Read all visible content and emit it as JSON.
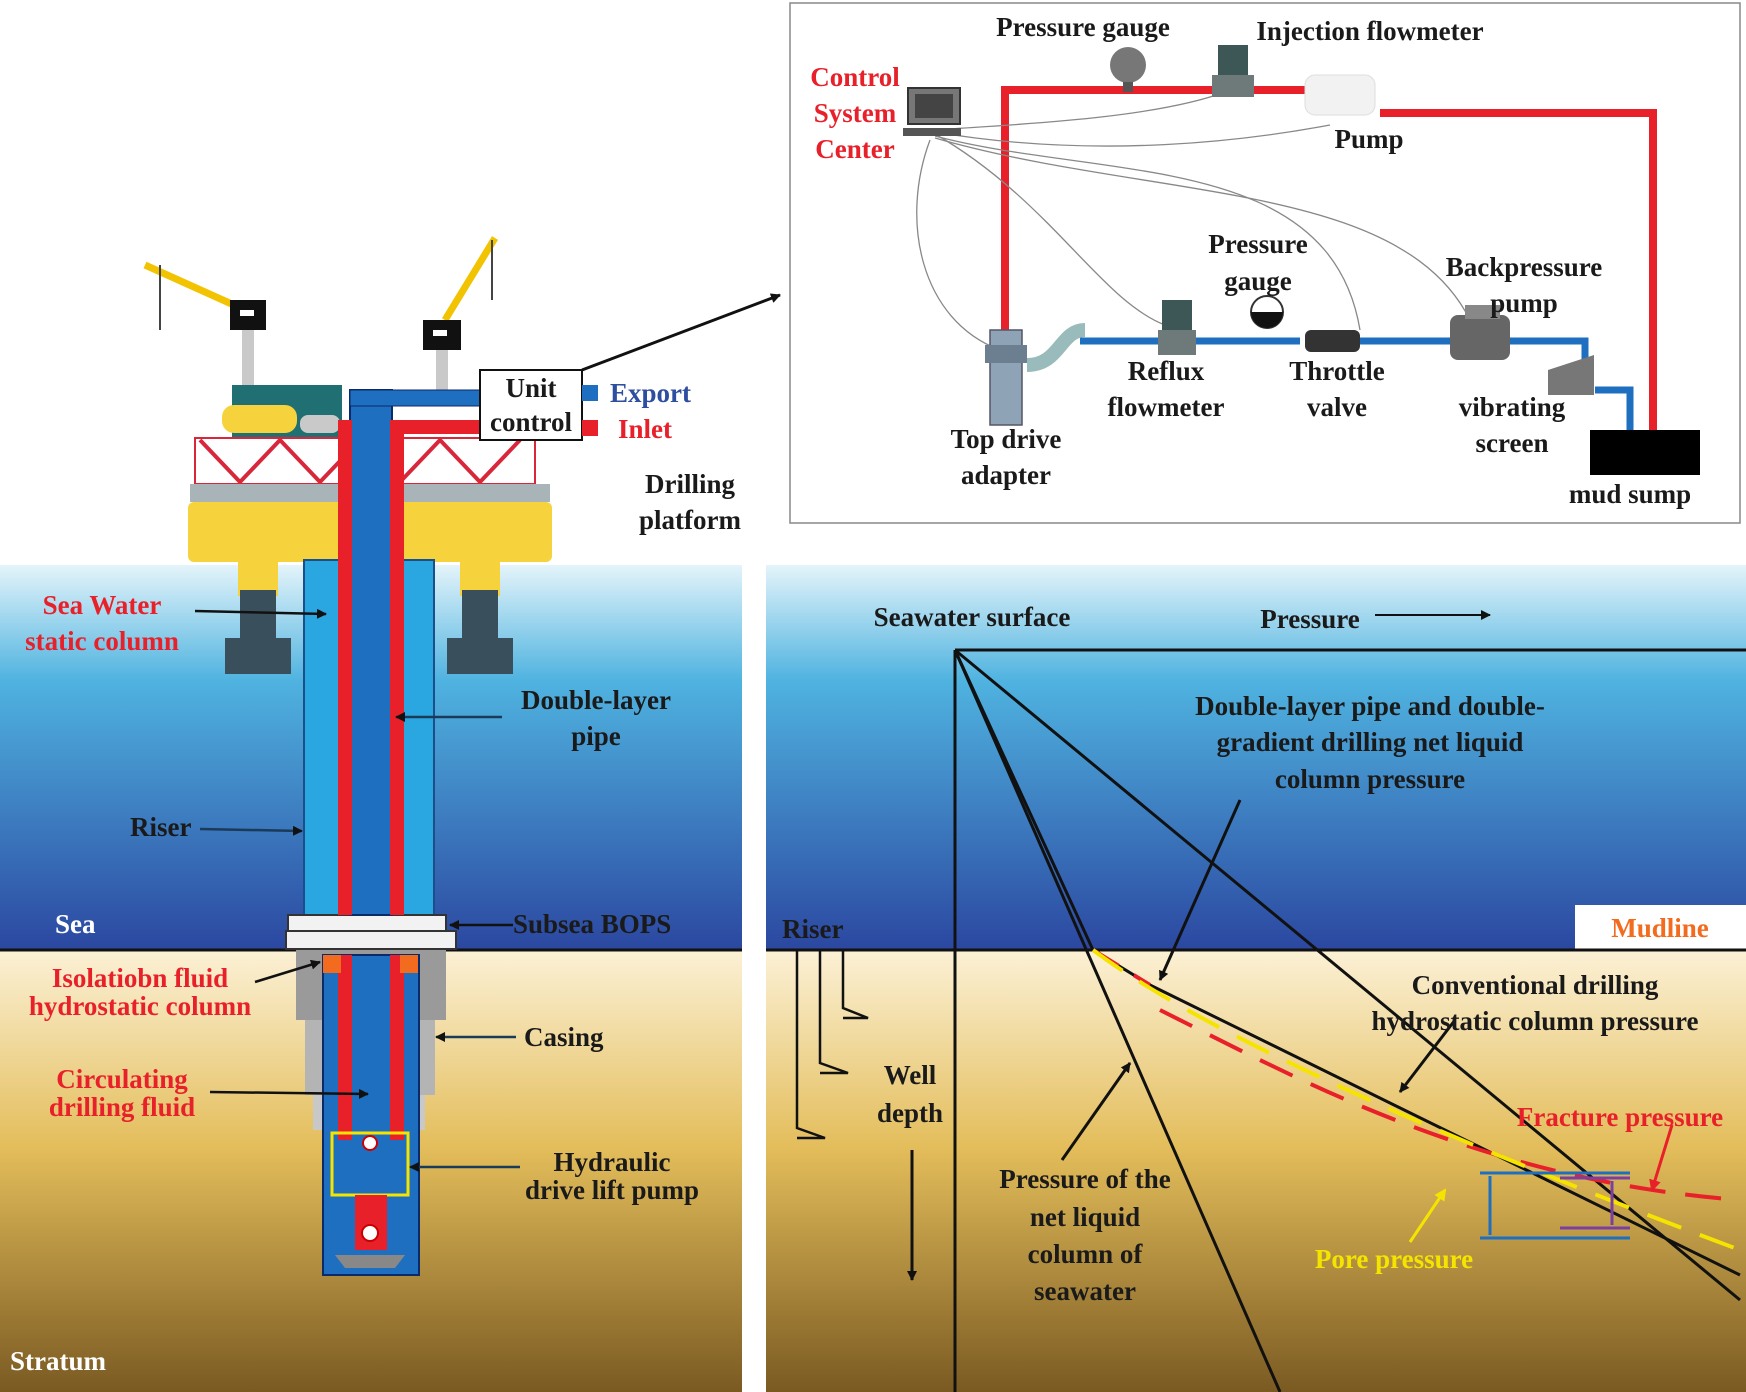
{
  "left_panel": {
    "sea_water_static_column": [
      "Sea Water",
      "static column"
    ],
    "double_layer_pipe": [
      "Double-layer",
      "pipe"
    ],
    "riser": "Riser",
    "sea": "Sea",
    "subsea_bops": "Subsea BOPS",
    "isolation_fluid": [
      "Isolatiobn fluid",
      "hydrostatic column"
    ],
    "casing": "Casing",
    "circulating_fluid": [
      "Circulating",
      "drilling fluid"
    ],
    "lift_pump": [
      "Hydraulic",
      "drive lift pump"
    ],
    "stratum": "Stratum",
    "drilling_platform": [
      "Drilling",
      "platform"
    ],
    "unit_control": [
      "Unit",
      "control"
    ],
    "export": "Export",
    "inlet": "Inlet"
  },
  "surface_system": {
    "pressure_gauge_top": "Pressure gauge",
    "injection_flowmeter": "Injection flowmeter",
    "control_center": [
      "Control",
      "System",
      "Center"
    ],
    "pump": "Pump",
    "pressure_gauge_mid": [
      "Pressure",
      "gauge"
    ],
    "backpressure_pump": [
      "Backpressure",
      "pump"
    ],
    "reflux_flowmeter": [
      "Reflux",
      "flowmeter"
    ],
    "throttle_valve": [
      "Throttle",
      "valve"
    ],
    "vibrating_screen": [
      "vibrating",
      "screen"
    ],
    "top_drive_adapter": [
      "Top drive",
      "adapter"
    ],
    "mud_sump": "mud sump"
  },
  "pressure_panel": {
    "seawater_surface": "Seawater surface",
    "pressure_axis": "Pressure",
    "double_layer_pressure": [
      "Double-layer pipe and double-",
      "gradient drilling net liquid",
      "column pressure"
    ],
    "riser": "Riser",
    "mudline": "Mudline",
    "conventional": [
      "Conventional drilling",
      "hydrostatic column pressure"
    ],
    "well_depth": [
      "Well",
      "depth"
    ],
    "fracture_pressure": "Fracture pressure",
    "seawater_net_pressure": [
      "Pressure of the",
      "net liquid",
      "column of",
      "seawater"
    ],
    "pore_pressure": "Pore pressure"
  },
  "colors": {
    "sea_top": "#d9f0f8",
    "sea_bottom": "#2b4aa0",
    "stratum_top": "#fbeed0",
    "stratum_bottom": "#7a5a20",
    "pipe_red": "#e8202a",
    "pipe_blue": "#1e6fc0",
    "riser_blue": "#2aa7e0",
    "platform_yellow": "#f6d23c",
    "accent_orange": "#f26b1f"
  }
}
